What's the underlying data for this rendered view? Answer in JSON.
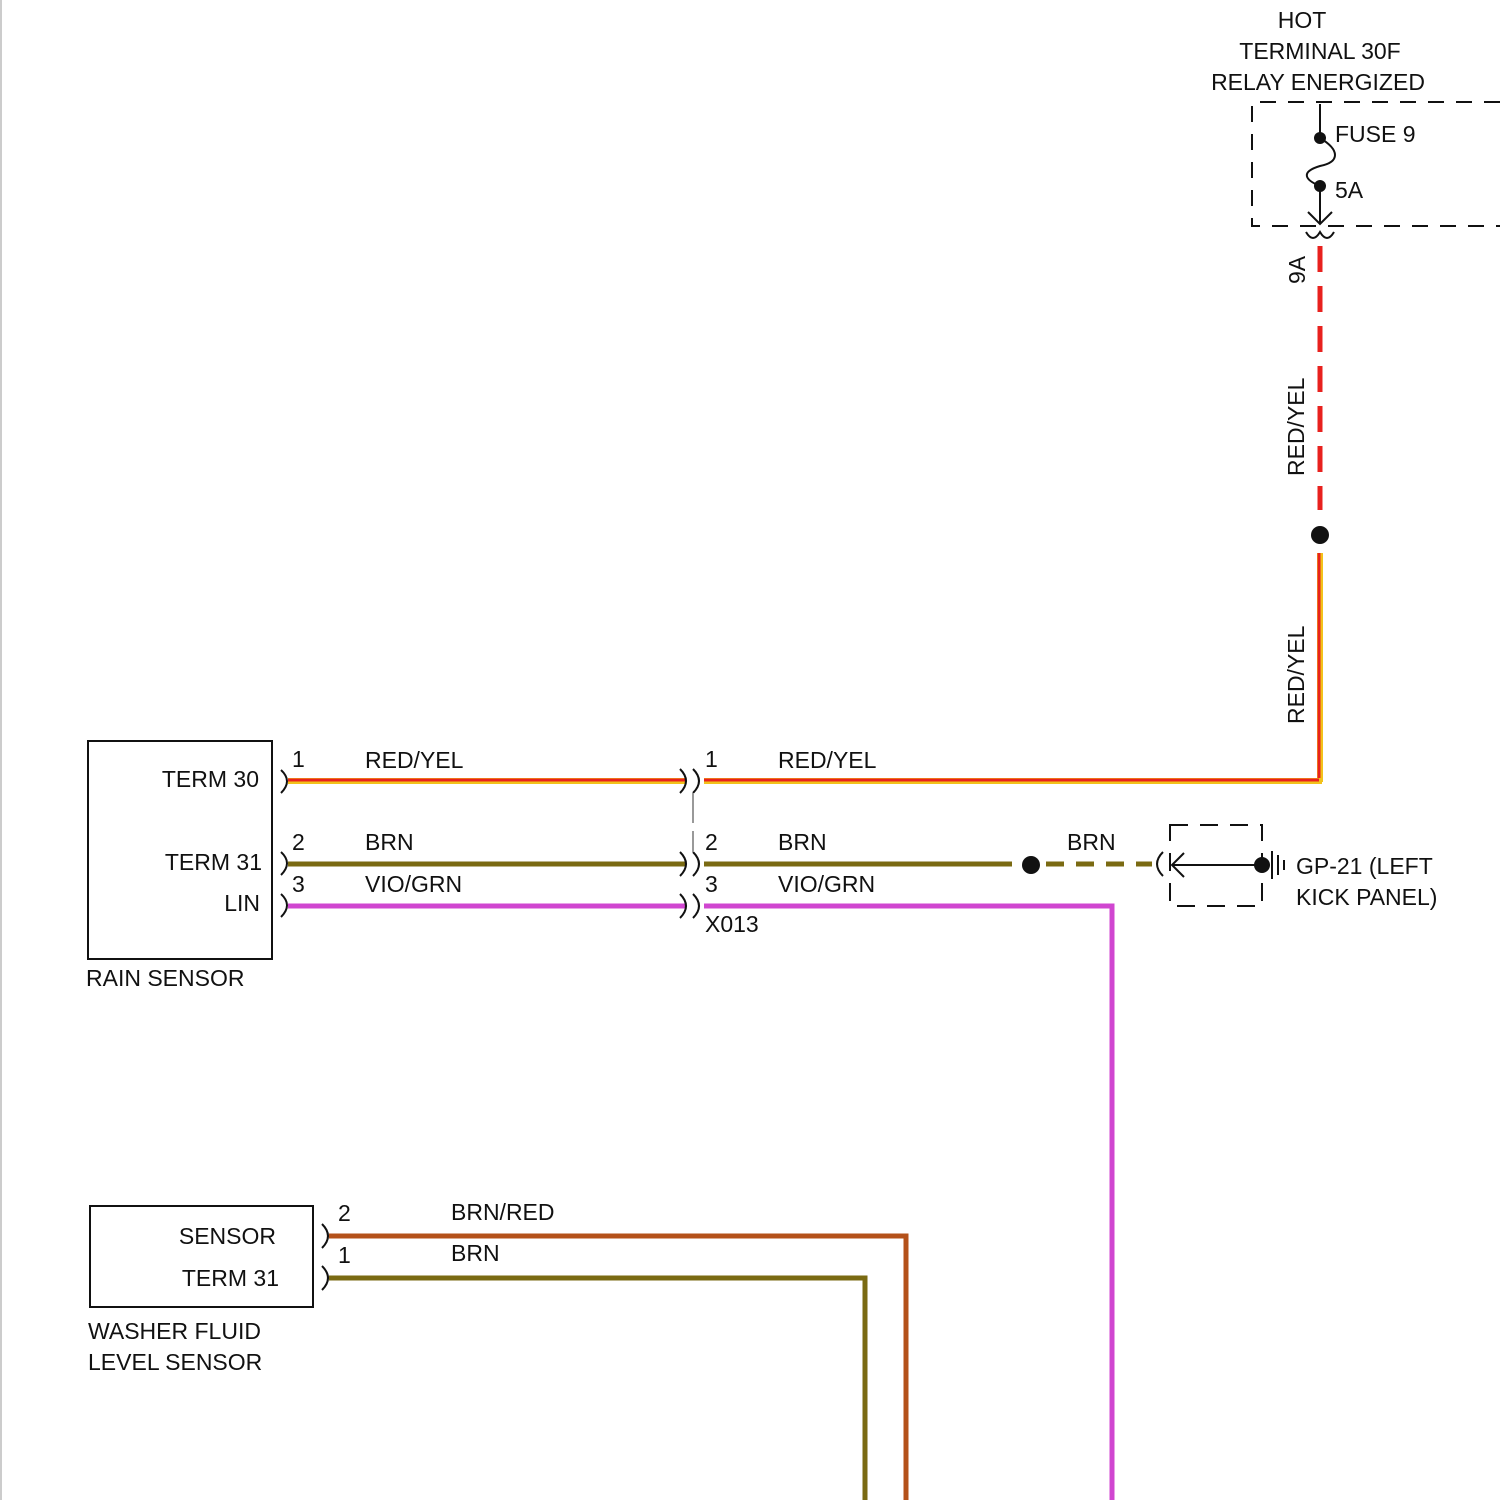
{
  "power": {
    "title_line1": "HOT",
    "title_line2": "TERMINAL 30F",
    "title_line3": "RELAY ENERGIZED",
    "fuse_label": "FUSE 9",
    "fuse_rating": "5A",
    "connector_pin": "9A",
    "wire_upper_color_label": "RED/YEL",
    "wire_lower_color_label": "RED/YEL"
  },
  "rain_sensor": {
    "name": "RAIN SENSOR",
    "pins": [
      {
        "pin": "1",
        "label": "TERM 30",
        "wire": "RED/YEL"
      },
      {
        "pin": "2",
        "label": "TERM 31",
        "wire": "BRN"
      },
      {
        "pin": "3",
        "label": "LIN",
        "wire": "VIO/GRN"
      }
    ]
  },
  "connector_x013": {
    "name": "X013",
    "pins": [
      {
        "pin": "1",
        "wire": "RED/YEL"
      },
      {
        "pin": "2",
        "wire": "BRN"
      },
      {
        "pin": "3",
        "wire": "VIO/GRN"
      }
    ]
  },
  "ground": {
    "wire": "BRN",
    "name_line1": "GP-21 (LEFT",
    "name_line2": "KICK PANEL)"
  },
  "washer_sensor": {
    "name_line1": "WASHER FLUID",
    "name_line2": "LEVEL SENSOR",
    "pins": [
      {
        "pin": "2",
        "label": "SENSOR",
        "wire": "BRN/RED"
      },
      {
        "pin": "1",
        "label": "TERM 31",
        "wire": "BRN"
      }
    ]
  },
  "colors": {
    "red_yel_core": "#e8211e",
    "red_yel_stripe": "#f2c21b",
    "brn": "#7a6a12",
    "vio_grn": "#d046d0",
    "brn_red": "#b4511a",
    "line": "#111111"
  }
}
